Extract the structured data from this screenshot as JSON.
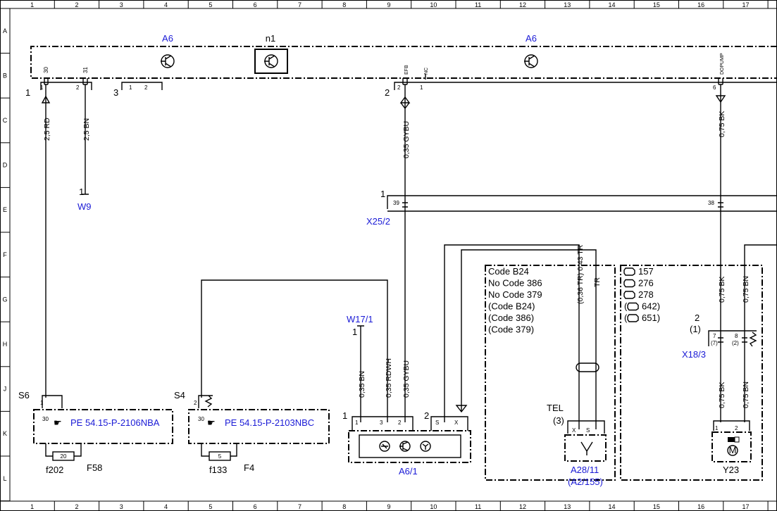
{
  "frame": {
    "cols": [
      "1",
      "2",
      "3",
      "4",
      "5",
      "6",
      "7",
      "8",
      "9",
      "10",
      "11",
      "12",
      "13",
      "14",
      "15",
      "16",
      "17"
    ],
    "rows": [
      "A",
      "B",
      "C",
      "D",
      "E",
      "F",
      "G",
      "H",
      "J",
      "K",
      "L"
    ]
  },
  "top_bus": {
    "module_left": "A6",
    "module_center": "n1",
    "module_right": "A6",
    "pin_30": "30",
    "pin_31": "31",
    "pin_efb": "EFB",
    "pin_nc": "NC",
    "pin_dopump": "DOPUMP",
    "conn_1": "1",
    "conn_3": "3",
    "conn_2": "2",
    "p1": "1",
    "p2": "2",
    "p3_1": "1",
    "p3_2": "2",
    "p_efb": "2",
    "p_nc": "1",
    "p_dopump": "6"
  },
  "wires": {
    "rd": "2,5 RD",
    "bn": "2,5 BN",
    "gybu_top": "0,35 GYBU",
    "bk_top": "0,75 BK",
    "bn_w17": "0,35 BN",
    "rdwh": "0,35 RDWH",
    "gybu_low": "0,35 GYBU",
    "tr_043": "(0,36 TR) 0,43 TR",
    "tr": "TR",
    "bk_mid": "0,75 BK",
    "bn_mid": "0,75 BN",
    "bk_low": "0,75 BK",
    "bn_low": "0,75 BN"
  },
  "w9": {
    "pin": "1",
    "label": "W9"
  },
  "w17": {
    "pin": "1",
    "label": "W17/1"
  },
  "x25": {
    "conn": "1",
    "pin_39": "39",
    "pin_38": "38",
    "label": "X25/2"
  },
  "codes_left": [
    "Code B24",
    "No  Code 386",
    "No  Code 379",
    "(Code B24)",
    "(Code 386)",
    "(Code 379)"
  ],
  "engines": [
    "157",
    "276",
    "278",
    "(",
    "642)",
    "(",
    "651)"
  ],
  "x18": {
    "conn": "2",
    "alt": "(1)",
    "pin7": "7",
    "pin7b": "(7)",
    "pin8": "8",
    "pin8b": "(2)",
    "label": "X18/3"
  },
  "s6": {
    "label": "S6",
    "pin1": "1",
    "pin30": "30",
    "ref": "PE 54.15-P-2106NBA",
    "fuse_num": "20",
    "fuse": "f202",
    "relay": "F58"
  },
  "s4": {
    "label": "S4",
    "pin2": "2",
    "pin30": "30",
    "ref": "PE 54.15-P-2103NBC",
    "fuse_num": "5",
    "fuse": "f133",
    "relay": "F4"
  },
  "a6_1": {
    "conn1": "1",
    "conn2": "2",
    "p1": "1",
    "p3": "3",
    "p2": "2",
    "pS": "S",
    "pX": "X",
    "label": "A6/1"
  },
  "tel": {
    "label": "TEL",
    "conn": "(3)",
    "pX": "X",
    "pS": "S",
    "label1": "A28/11",
    "label2": "(A2/155)"
  },
  "y23": {
    "p1": "1",
    "p2": "2",
    "motor": "M",
    "label": "Y23"
  }
}
